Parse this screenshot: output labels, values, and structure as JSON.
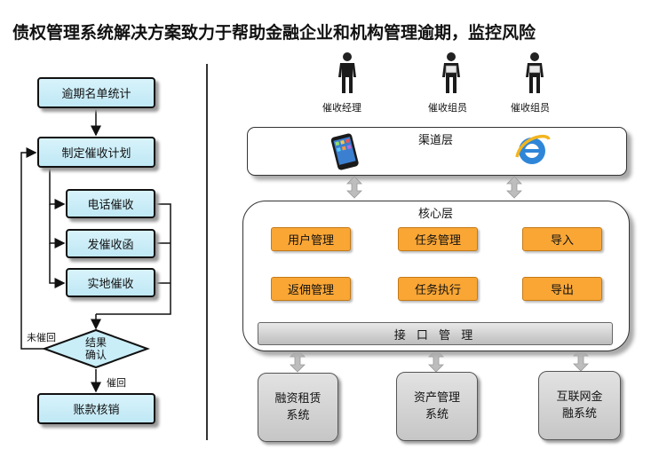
{
  "title": "债权管理系统解决方案致力于帮助金融企业和机构管理逾期，监控风险",
  "flow": {
    "step1": "逾期名单统计",
    "step2": "制定催收计划",
    "sub1": "电话催收",
    "sub2": "发催收函",
    "sub3": "实地催收",
    "decision": "结果确认",
    "decision_line1": "结果",
    "decision_line2": "确认",
    "no_label": "未催回",
    "yes_label": "催回",
    "final": "账款核销"
  },
  "roles": [
    "催收经理",
    "催收组员",
    "催收组员"
  ],
  "channel_layer": {
    "title": "渠道层",
    "icons": [
      "smartphone-icon",
      "internet-explorer-icon"
    ]
  },
  "core_layer": {
    "title": "核心层",
    "modules": [
      "用户管理",
      "任务管理",
      "导入",
      "返佣管理",
      "任务执行",
      "导出"
    ],
    "interface_bar": "接 口 管 理"
  },
  "systems": [
    {
      "line1": "融资租赁",
      "line2": "系统"
    },
    {
      "line1": "资产管理",
      "line2": "系统"
    },
    {
      "line1": "互联网金",
      "line2": "融系统"
    }
  ],
  "colors": {
    "flow_box": "#c9eef8",
    "module": "#f9a635",
    "system": "#cfcfcf",
    "arrow": "#bdbdbd"
  }
}
